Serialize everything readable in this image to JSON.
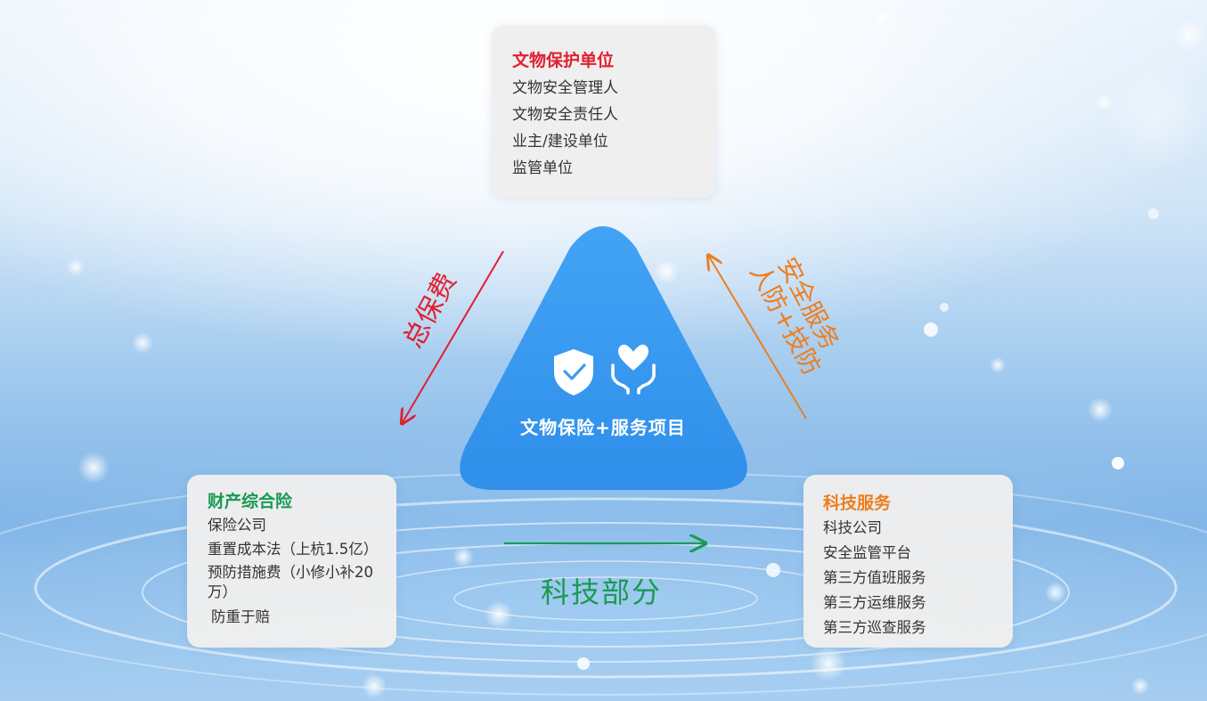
{
  "top_box": {
    "title": "文物保护单位",
    "items": [
      "文物安全管理人",
      "文物安全责任人",
      "业主/建设单位",
      "监管单位"
    ]
  },
  "center": {
    "label": "文物保险+服务项目",
    "icons": [
      "shield-check-icon",
      "hands-heart-icon"
    ]
  },
  "left_box": {
    "title": "财产综合险",
    "items": [
      "保险公司",
      "重置成本法（上杭1.5亿）",
      "预防措施费（小修小补20万）",
      "防重于赔"
    ]
  },
  "right_box": {
    "title": "科技服务",
    "items": [
      "科技公司",
      "安全监管平台",
      "第三方值班服务",
      "第三方运维服务",
      "第三方巡查服务"
    ]
  },
  "flows": {
    "left": "总保费",
    "right_line1": "安全服务",
    "right_line2": "人防+技防",
    "bottom": "科技部分"
  },
  "colors": {
    "red": "#e0202f",
    "orange": "#ee7d1e",
    "green": "#1a9a52",
    "triangle": "#3a9cf3"
  }
}
